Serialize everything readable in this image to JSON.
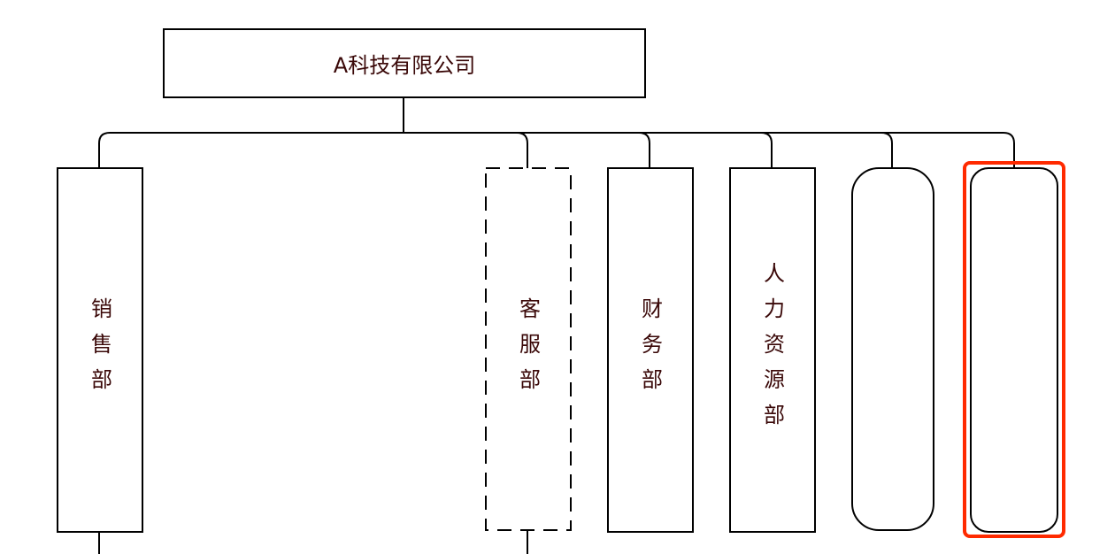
{
  "root": {
    "label": "A科技有限公司"
  },
  "departments": [
    {
      "label": "销售部",
      "style": "solid"
    },
    {
      "label": "客服部",
      "style": "dashed"
    },
    {
      "label": "财务部",
      "style": "solid"
    },
    {
      "label": "人力资源部",
      "style": "solid"
    },
    {
      "label": "",
      "style": "rounded"
    },
    {
      "label": "",
      "style": "rounded-selected"
    }
  ],
  "colors": {
    "text": "#3a0808",
    "line": "#000000",
    "selection": "#ff2a00"
  }
}
